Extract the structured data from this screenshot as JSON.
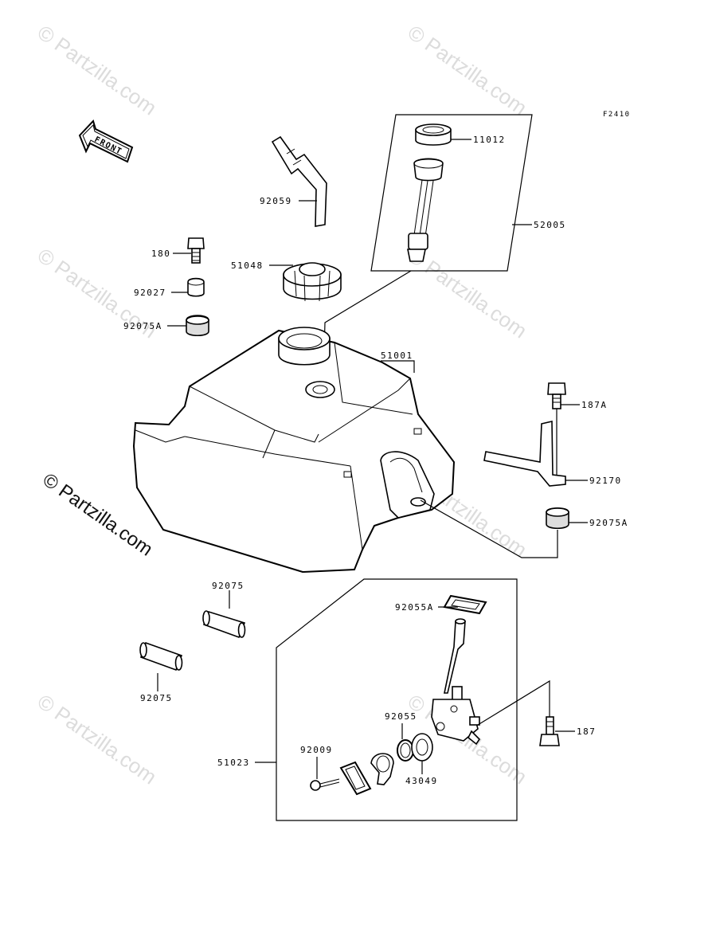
{
  "figure_code": "F2410",
  "front_arrow_label": "FRONT",
  "watermark": {
    "faint_text": "© Partzilla.com",
    "main_text": "© Partzilla.com"
  },
  "parts": {
    "p11012": "11012",
    "p52005": "52005",
    "p92059": "92059",
    "p180": "180",
    "p51048": "51048",
    "p92027": "92027",
    "p92075A_left": "92075A",
    "p51001": "51001",
    "p187A": "187A",
    "p92170": "92170",
    "p92075A_right": "92075A",
    "p92075_top": "92075",
    "p92075_bottom": "92075",
    "p92055A": "92055A",
    "p92055": "92055",
    "p92009": "92009",
    "p51023": "51023",
    "p43049": "43049",
    "p187": "187"
  }
}
